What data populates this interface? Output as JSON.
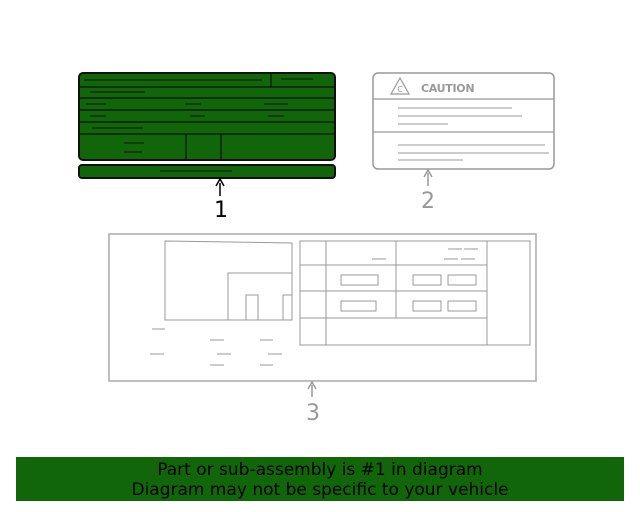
{
  "callouts": {
    "part1": "1",
    "part2": "2",
    "part3": "3"
  },
  "caution_label": {
    "heading": "CAUTION",
    "icon": "warning-triangle-icon"
  },
  "banner": {
    "line1": "Part or sub-assembly is #1 in diagram",
    "line2": "Diagram may not be specific to your vehicle"
  },
  "colors": {
    "highlight": "#12660a",
    "outline": "#999999",
    "active": "#000000"
  }
}
